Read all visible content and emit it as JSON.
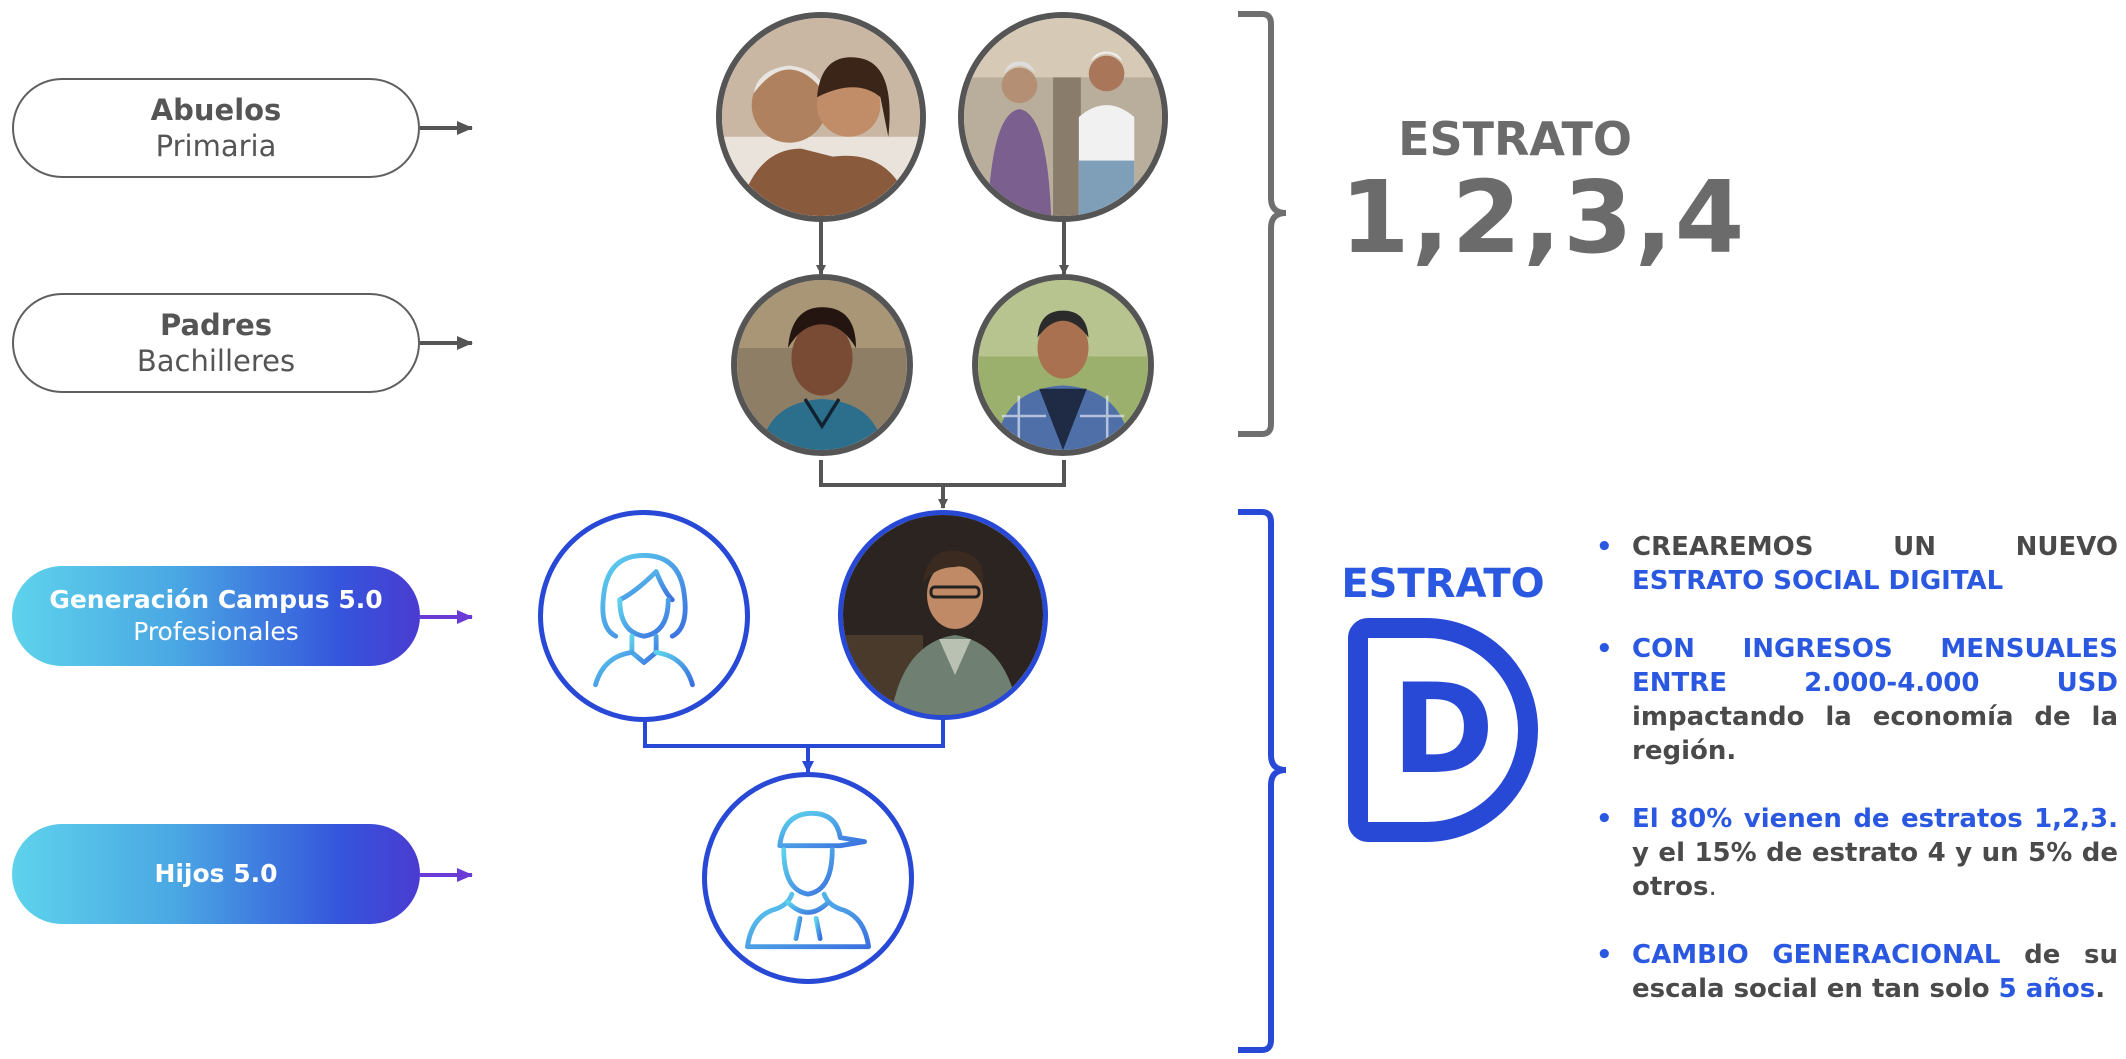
{
  "rows": [
    {
      "name": "Abuelos",
      "sub": "Primaria"
    },
    {
      "name": "Padres",
      "sub": "Bachilleres"
    },
    {
      "name": "Generación Campus 5.0",
      "sub": "Profesionales"
    },
    {
      "name": "Hijos  5.0",
      "sub": ""
    }
  ],
  "estrato_top": {
    "label": "ESTRATO",
    "numbers": "1,2,3,4"
  },
  "estrato_digital": {
    "label": "ESTRATO",
    "letter": "D"
  },
  "bullets": [
    {
      "a": "CREAREMOS UN NUEVO ",
      "b": "ESTRATO SOCIAL DIGITAL",
      "c": "",
      "d": "",
      "e": ""
    },
    {
      "a": "",
      "b": "CON INGRESOS MENSUALES ENTRE 2.000-4.000 USD",
      "c": " impactando la economía de la región.",
      "d": "",
      "e": ""
    },
    {
      "a": "",
      "b": "El 80% vienen de estratos 1,2,3.",
      "c": " y el 15% de estrato 4 y un 5% de otros",
      "d": ".",
      "e": ""
    },
    {
      "a": "",
      "b": "CAMBIO GENERACIONAL",
      "c": " de su escala social en tan solo ",
      "d": "5 años",
      "e": "."
    }
  ],
  "colors": {
    "gray": "#555555",
    "blue": "#2749d5",
    "accent_text": "#2a58e0",
    "purple_arrow": "#6a3bd6"
  },
  "icons": [
    "woman-outline-icon",
    "young-man-outline-icon"
  ]
}
